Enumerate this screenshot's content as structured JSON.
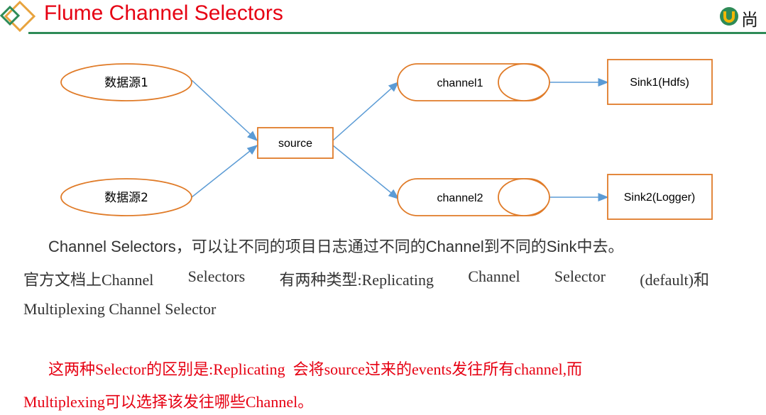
{
  "title": "Flume Channel Selectors",
  "logo": {
    "text": "尚",
    "icon": "u-logo-icon",
    "brand_color": "#2e8b57"
  },
  "colors": {
    "title": "#e60012",
    "accent_line": "#2e8b57",
    "shape_border": "#e07b28",
    "arrow": "#5b9bd5"
  },
  "diagram": {
    "sources": [
      "数据源1",
      "数据源2"
    ],
    "center": "source",
    "channels": [
      "channel1",
      "channel2"
    ],
    "sinks": [
      "Sink1(Hdfs)",
      "Sink2(Logger)"
    ]
  },
  "paragraph1": {
    "line1": "Channel Selectors，可以让不同的项目日志通过不同的Channel到不同的Sink中去。",
    "line2_parts": [
      "官方文档上Channel",
      "Selectors",
      "有两种类型:Replicating",
      "Channel",
      "Selector",
      "(default)和"
    ],
    "line3": "Multiplexing Channel Selector"
  },
  "paragraph2": {
    "line1": "这两种Selector的区别是:Replicating  会将source过来的events发往所有channel,而",
    "line2": "Multiplexing可以选择该发往哪些Channel。"
  }
}
